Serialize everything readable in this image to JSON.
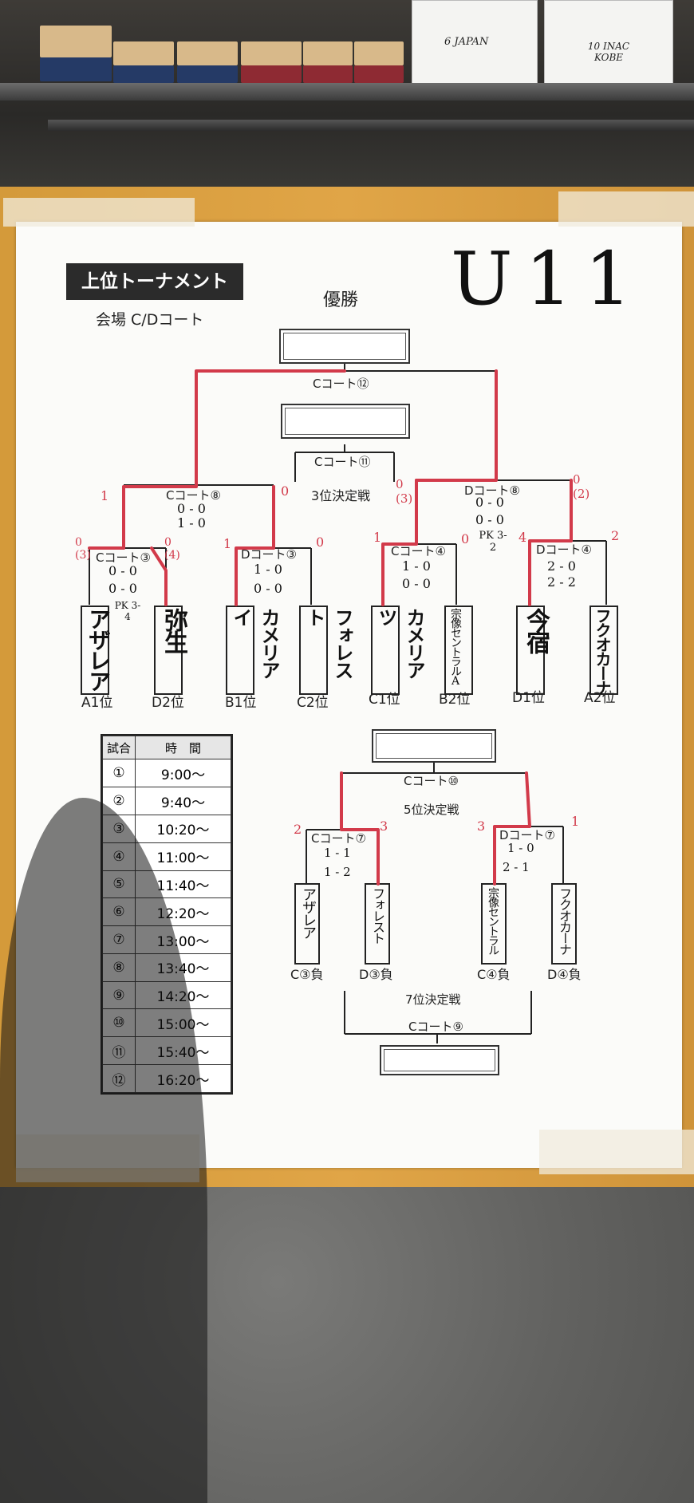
{
  "photo": {
    "signature_1": "6 JAPAN",
    "signature_2": "10 INAC KOBE"
  },
  "sheet": {
    "title": "上位トーナメント",
    "venue": "会場 C/Dコート",
    "category": "U11",
    "champion_label": "優勝",
    "final_court": "Cコート⑫",
    "third_place_court": "Cコート⑪",
    "third_place_label": "3位決定戦",
    "fifth_place_label": "5位決定戦",
    "fifth_place_court": "Cコート⑩",
    "seventh_place_label": "7位決定戦",
    "seventh_place_court": "Cコート⑨"
  },
  "semis": [
    {
      "court": "Cコート⑧",
      "score1": "0 - 0",
      "score2": "1 - 0",
      "left": "1",
      "right": "0"
    },
    {
      "court": "Dコート⑧",
      "score1": "0 - 0",
      "score2": "0 - 0",
      "pk": "PK 3-2",
      "left": "0 (3)",
      "right": "0 (2)"
    }
  ],
  "quarters": [
    {
      "court": "Cコート③",
      "score1": "0 - 0",
      "score2": "0 - 0",
      "pk": "PK 3-4",
      "left": "0 (3)",
      "right": "0 (4)"
    },
    {
      "court": "Dコート③",
      "score1": "1 - 0",
      "score2": "0 - 0",
      "left": "1",
      "right": "0"
    },
    {
      "court": "Cコート④",
      "score1": "1 - 0",
      "score2": "0 - 0",
      "left": "1",
      "right": "0"
    },
    {
      "court": "Dコート④",
      "score1": "2 - 0",
      "score2": "2 - 2",
      "left": "4",
      "right": "2"
    }
  ],
  "teams": [
    {
      "name": "アザレア",
      "seed": "A1位"
    },
    {
      "name": "弥生",
      "seed": "D2位"
    },
    {
      "name": "カメリアイ",
      "seed": "B1位"
    },
    {
      "name": "フォレスト",
      "seed": "C2位"
    },
    {
      "name": "カメリアツ",
      "seed": "C1位"
    },
    {
      "name": "宗像セントラルA",
      "seed": "B2位"
    },
    {
      "name": "今宿",
      "seed": "D1位"
    },
    {
      "name": "フクオカーナ",
      "seed": "A2位"
    }
  ],
  "placement": {
    "semis": [
      {
        "court": "Cコート⑦",
        "score1": "1 - 1",
        "score2": "1 - 2",
        "left": "2",
        "right": "3"
      },
      {
        "court": "Dコート⑦",
        "score1": "1 - 0",
        "score2": "2 - 1",
        "left": "3",
        "right": "1"
      }
    ],
    "teams": [
      {
        "name": "アザレア",
        "seed": "C③負"
      },
      {
        "name": "フォレスト",
        "seed": "D③負"
      },
      {
        "name": "宗像セントラル",
        "seed": "C④負"
      },
      {
        "name": "フクオカーナ",
        "seed": "D④負"
      }
    ]
  },
  "schedule": {
    "header_match": "試合",
    "header_time": "時　間",
    "rows": [
      {
        "no": "①",
        "time": "9:00〜"
      },
      {
        "no": "②",
        "time": "9:40〜"
      },
      {
        "no": "③",
        "time": "10:20〜"
      },
      {
        "no": "④",
        "time": "11:00〜"
      },
      {
        "no": "⑤",
        "time": "11:40〜"
      },
      {
        "no": "⑥",
        "time": "12:20〜"
      },
      {
        "no": "⑦",
        "time": "13:00〜"
      },
      {
        "no": "⑧",
        "time": "13:40〜"
      },
      {
        "no": "⑨",
        "time": "14:20〜"
      },
      {
        "no": "⑩",
        "time": "15:00〜"
      },
      {
        "no": "⑪",
        "time": "15:40〜"
      },
      {
        "no": "⑫",
        "time": "16:20〜"
      }
    ]
  },
  "colors": {
    "winner_line": "#d23a4a",
    "board": "#e0a547"
  }
}
